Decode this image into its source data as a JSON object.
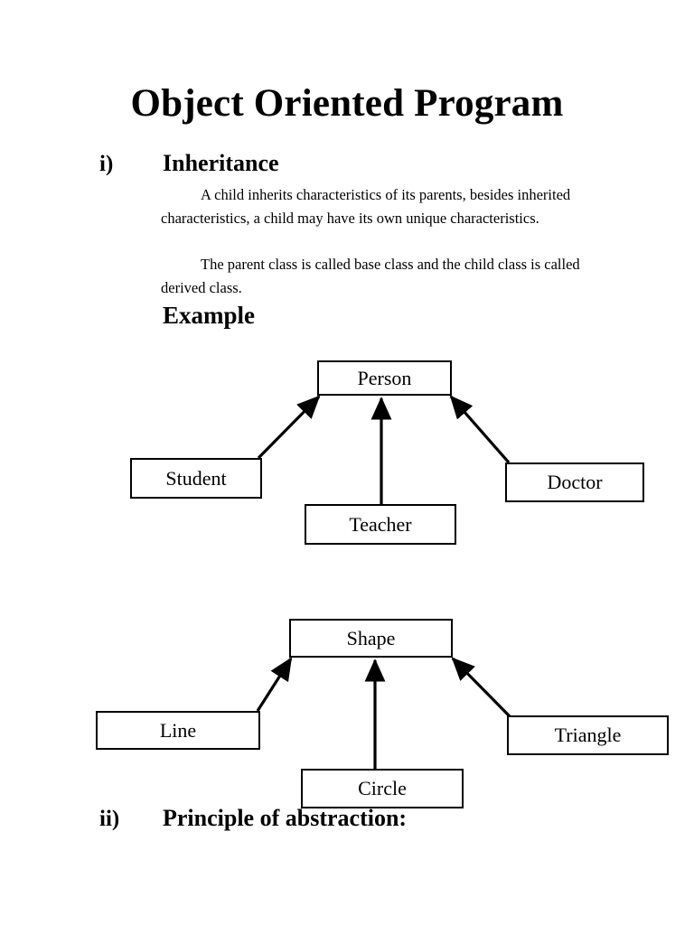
{
  "document": {
    "title": "Object Oriented Program",
    "background_color": "#ffffff",
    "text_color": "#000000"
  },
  "sections": [
    {
      "marker": "i)",
      "heading": "Inheritance",
      "paragraphs": [
        "A child inherits characteristics of its parents, besides inherited characteristics, a child may have its own unique characteristics.",
        "The parent class is called base class and the child class is called derived class."
      ],
      "subheading": "Example"
    },
    {
      "marker": "ii)",
      "heading": "Principle of abstraction:"
    }
  ],
  "diagrams": [
    {
      "name": "inheritance-person",
      "base_class": "Person",
      "derived_classes": [
        "Student",
        "Teacher",
        "Doctor"
      ]
    },
    {
      "name": "inheritance-shape",
      "base_class": "Shape",
      "derived_classes": [
        "Line",
        "Circle",
        "Triangle"
      ]
    }
  ]
}
